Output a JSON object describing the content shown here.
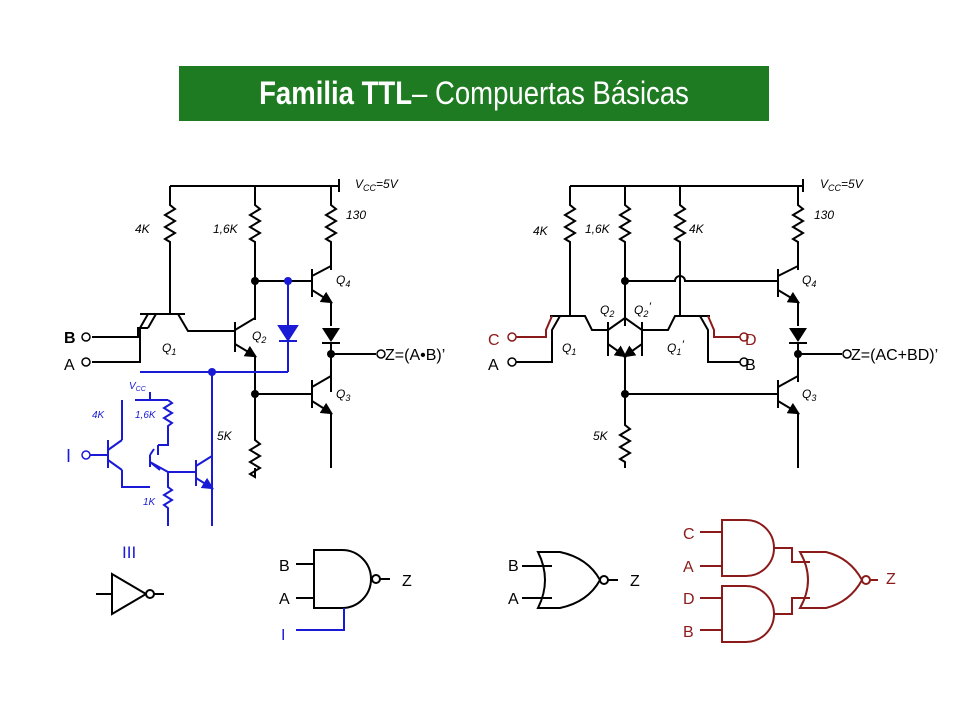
{
  "title": {
    "bold": "Familia TTL",
    "rest": " – Compuertas  Básicas"
  },
  "colors": {
    "title_bg": "#1e7b22",
    "blue": "#1a1ad6",
    "red": "#8b1a1a"
  },
  "left": {
    "vcc": "V",
    "vcc_sub": "CC",
    "vcc_val": "=5V",
    "r1": "4K",
    "r2": "1,6K",
    "r3": "130",
    "r4": "5K",
    "q1": "Q",
    "q1_sub": "1",
    "q2": "Q",
    "q2_sub": "2",
    "q3": "Q",
    "q3_sub": "3",
    "q4": "Q",
    "q4_sub": "4",
    "in_b": "B",
    "in_a": "A",
    "output": "Z=(A•B)’"
  },
  "inverter": {
    "vcc": "V",
    "vcc_sub": "CC",
    "r1": "4K",
    "r2": "1,6K",
    "r3": "1K",
    "input": "I"
  },
  "right": {
    "vcc": "V",
    "vcc_sub": "CC",
    "vcc_val": "=5V",
    "r1": "4K",
    "r2": "1,6K",
    "r3": "4K",
    "r4": "130",
    "r5": "5K",
    "q1": "Q",
    "q1_sub": "1",
    "q2": "Q",
    "q2_sub": "2",
    "q2p": "Q",
    "q2p_sub": "2",
    "q2p_mark": "’",
    "q1p": "Q",
    "q1p_sub": "1",
    "q1p_mark": "’",
    "q3": "Q",
    "q3_sub": "3",
    "q4": "Q",
    "q4_sub": "4",
    "in_c": "C",
    "in_a": "A",
    "in_d": "D",
    "in_b": "B",
    "output": "Z=(AC+BD)’"
  },
  "symbols": {
    "inv_roman": "III",
    "nand": {
      "in1": "B",
      "in2": "A",
      "in3": "I",
      "out": "Z"
    },
    "nor": {
      "in1": "B",
      "in2": "A",
      "out": "Z"
    },
    "aoi": {
      "c": "C",
      "a": "A",
      "d": "D",
      "b": "B",
      "out": "Z"
    }
  }
}
